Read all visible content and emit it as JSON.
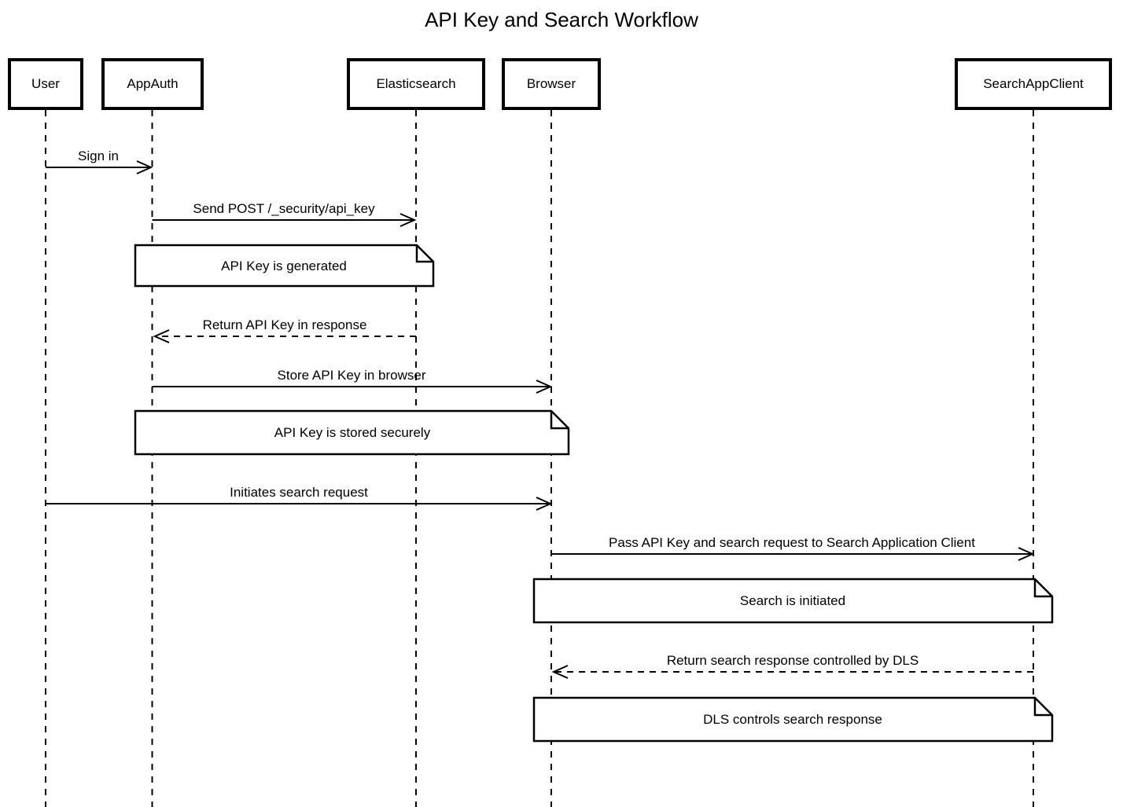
{
  "title": "API Key and Search Workflow",
  "participants": [
    {
      "id": "user",
      "name": "User"
    },
    {
      "id": "appauth",
      "name": "AppAuth"
    },
    {
      "id": "elasticsearch",
      "name": "Elasticsearch"
    },
    {
      "id": "browser",
      "name": "Browser"
    },
    {
      "id": "searchappclient",
      "name": "SearchAppClient"
    }
  ],
  "messages": [
    {
      "label": "Sign in",
      "from": "User",
      "to": "AppAuth",
      "line": "solid"
    },
    {
      "label": "Send POST /_security/api_key",
      "from": "AppAuth",
      "to": "Elasticsearch",
      "line": "solid"
    },
    {
      "label": "Return API Key in response",
      "from": "Elasticsearch",
      "to": "AppAuth",
      "line": "dashed"
    },
    {
      "label": "Store API Key in browser",
      "from": "AppAuth",
      "to": "Browser",
      "line": "solid"
    },
    {
      "label": "Initiates search request",
      "from": "User",
      "to": "Browser",
      "line": "solid"
    },
    {
      "label": "Pass API Key and search request to Search Application Client",
      "from": "Browser",
      "to": "SearchAppClient",
      "line": "solid"
    },
    {
      "label": "Return search response controlled by DLS",
      "from": "SearchAppClient",
      "to": "Browser",
      "line": "dashed"
    }
  ],
  "notes": [
    {
      "text": "API Key is generated",
      "over": "AppAuth, Elasticsearch"
    },
    {
      "text": "API Key is stored securely",
      "over": "AppAuth, Browser"
    },
    {
      "text": "Search is initiated",
      "over": "Browser, SearchAppClient"
    },
    {
      "text": "DLS controls search response",
      "over": "Browser, SearchAppClient"
    }
  ],
  "colors": {
    "stroke": "#000000",
    "fill": "#ffffff",
    "text": "#000000",
    "background": "#ffffff"
  }
}
